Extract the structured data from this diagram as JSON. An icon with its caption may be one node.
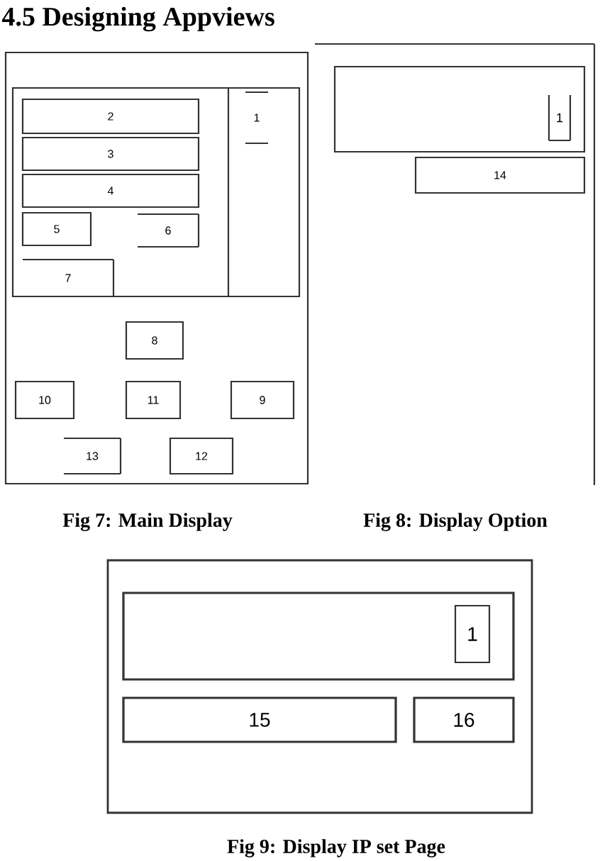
{
  "diagram": {
    "title": "4.5 Designing Appviews",
    "nodes": [
      {
        "text": [],
        "shape": "box",
        "beside": [
          "Fig 7: Main Display"
        ]
      },
      {
        "text": [],
        "shape": "box",
        "in": 0
      },
      {
        "text": [
          "2"
        ],
        "in": 1
      },
      {
        "text": [
          "3"
        ],
        "in": 1
      },
      {
        "text": [
          "4"
        ],
        "in": 1
      },
      {
        "text": [
          "5"
        ],
        "in": 1
      },
      {
        "text": [
          "6"
        ],
        "in": 1
      },
      {
        "text": [
          "7"
        ],
        "in": 1
      },
      {
        "text": [
          "1"
        ],
        "in": 1
      },
      {
        "text": [
          "8"
        ],
        "in": 0
      },
      {
        "text": [
          "10"
        ],
        "in": 0
      },
      {
        "text": [
          "11"
        ],
        "in": 0
      },
      {
        "text": [
          "9"
        ],
        "in": 0
      },
      {
        "text": [
          "13"
        ],
        "in": 0
      },
      {
        "text": [
          "12"
        ],
        "in": 0
      },
      {
        "text": [],
        "shape": "box",
        "beside": [
          "Fig 8: Display Option"
        ]
      },
      {
        "text": [],
        "shape": "box",
        "in": 15
      },
      {
        "text": [
          "1"
        ],
        "in": 16
      },
      {
        "text": [
          "14"
        ],
        "in": 15
      },
      {
        "text": [],
        "shape": "box",
        "beside": [
          "Fig 9: Display IP set Page"
        ]
      },
      {
        "text": [],
        "shape": "box",
        "in": 19
      },
      {
        "text": [
          "1"
        ],
        "in": 20
      },
      {
        "text": [
          "15"
        ],
        "in": 19
      },
      {
        "text": [
          "16"
        ],
        "in": 19
      }
    ]
  }
}
